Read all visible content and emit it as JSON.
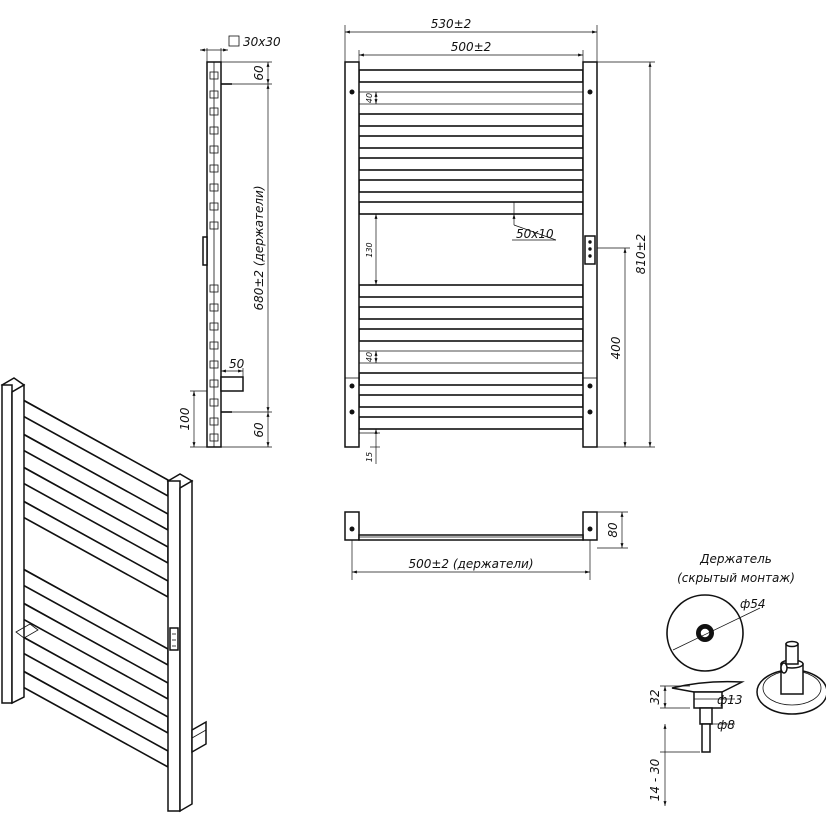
{
  "labels": {
    "overall_width": "530±2",
    "bar_width": "500±2",
    "profile": "30x30",
    "side_top_offset": "60",
    "side_holder_span": "680±2 (держатели)",
    "side_holder_depth": "50",
    "side_bottom_offset_100": "100",
    "side_bottom_offset_60": "60",
    "gap_top": "40",
    "gap_mid": "130",
    "bar_profile": "50x10",
    "overall_height": "810±2",
    "connection_height": "400",
    "gap_bottom": "40",
    "bottom_offset": "15",
    "depth": "80",
    "holders_span": "500±2 (держатели)",
    "holder_title_1": "Держатель",
    "holder_title_2": "(скрытый монтаж)",
    "holder_diameter": "ф54",
    "holder_height": "32",
    "holder_d13": "ф13",
    "holder_d8": "ф8",
    "holder_range": "14 - 30"
  }
}
